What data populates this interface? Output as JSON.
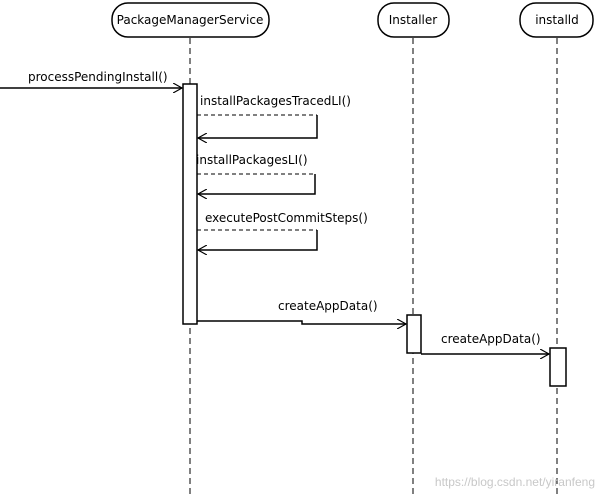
{
  "participants": {
    "pms": "PackageManagerService",
    "installer": "Installer",
    "installd": "installd"
  },
  "messages": {
    "process_pending_install": "processPendingInstall()",
    "install_packages_traced": "installPackagesTracedLI()",
    "install_packages": "installPackagesLI()",
    "execute_post_commit": "executePostCommitSteps()",
    "create_app_data_installer": "createAppData()",
    "create_app_data_installd": "createAppData()"
  },
  "watermark": "https://blog.csdn.net/yiranfeng"
}
